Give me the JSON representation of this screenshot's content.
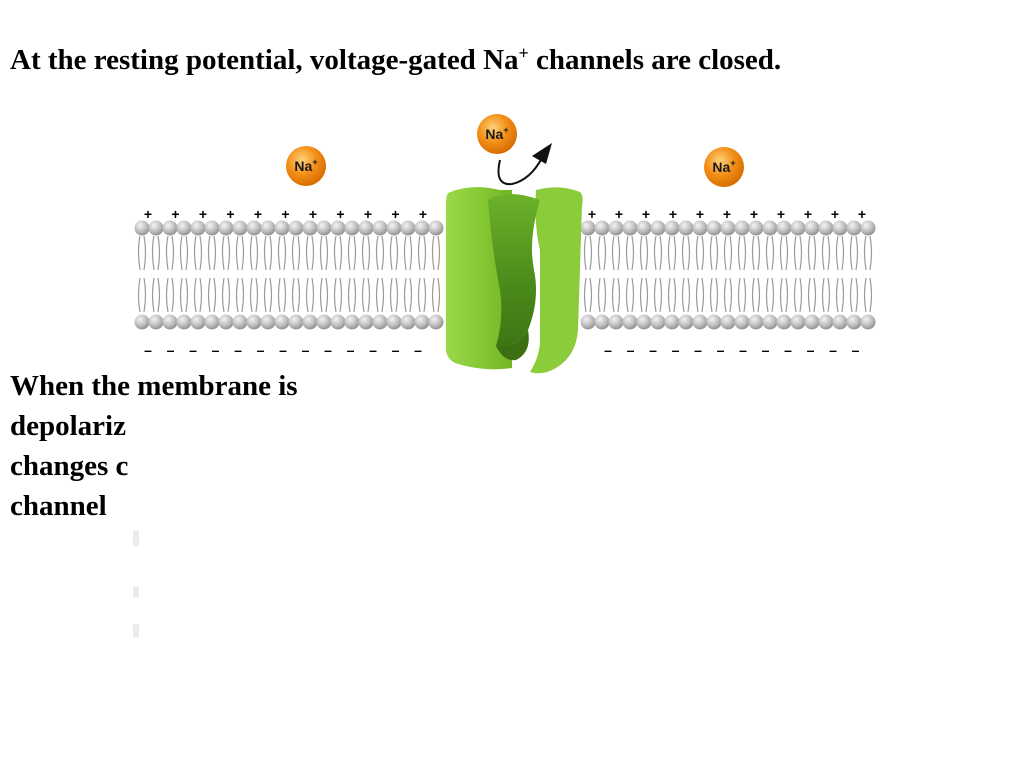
{
  "heading": {
    "text": "At the resting potential, voltage-gated Na",
    "sup": "+",
    "text_after": " channels are closed."
  },
  "body_lines": [
    "When the membrane is",
    "depolariz",
    "changes c",
    "channel"
  ],
  "ions": {
    "label": "Na",
    "sup": "+"
  },
  "membrane": {
    "positive_symbol": "+",
    "negative_symbol": "–"
  },
  "colors": {
    "ion_orange": "#f39019",
    "channel_green": "#8ccf3a",
    "phospholipid_head": "#b8b8b8",
    "text": "#000000"
  },
  "icons": [
    "sodium-ion",
    "arrow-curved-icon",
    "na-channel",
    "phospholipid-bilayer"
  ]
}
